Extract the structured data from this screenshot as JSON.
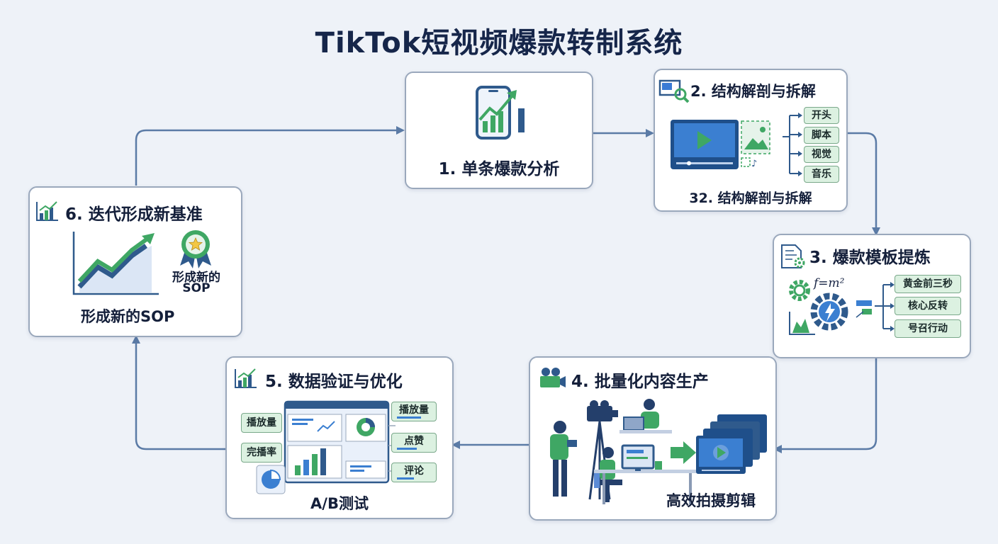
{
  "title": "TikTok短视频爆款转制系统",
  "colors": {
    "navy": "#2f5a8c",
    "green": "#3fa764",
    "bg": "#eef2f8",
    "border": "#9aa8bc",
    "arrow": "#5b7ba6"
  },
  "steps": {
    "s1": {
      "label": "1. 单条爆款分析",
      "icon": "phone-growth-chart-icon"
    },
    "s2": {
      "header": "2. 结构解剖与拆解",
      "caption": "32. 结构解剖与拆解",
      "tags": [
        "开头",
        "脚本",
        "视觉",
        "音乐"
      ],
      "icon": "video-magnifier-icon"
    },
    "s3": {
      "header": "3. 爆款模板提炼",
      "formula": "f=m²",
      "tags": [
        "黄金前三秒",
        "核心反转",
        "号召行动"
      ],
      "icon": "document-gear-icon"
    },
    "s4": {
      "header": "4. 批量化内容生产",
      "caption": "高效拍摄剪辑",
      "icon": "movie-camera-icon"
    },
    "s5": {
      "header": "5. 数据验证与优化",
      "caption": "A/B测试",
      "left_tags": [
        "播放量",
        "完播率"
      ],
      "right_tags": [
        "播放量",
        "点赞",
        "评论"
      ],
      "icon": "bar-chart-icon"
    },
    "s6": {
      "header": "6. 迭代形成新基准",
      "badge_text_1": "形成新的",
      "badge_text_2": "SOP",
      "caption": "形成新的SOP",
      "icon": "bar-chart-icon"
    }
  }
}
